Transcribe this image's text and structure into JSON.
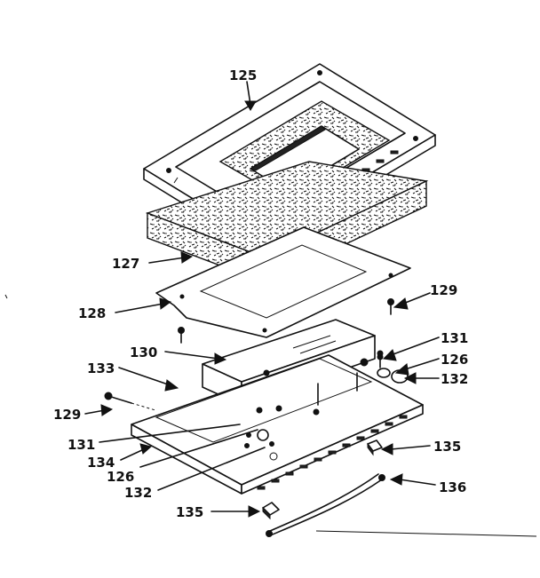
{
  "diagram": {
    "labels": [
      {
        "id": "125",
        "text": "125"
      },
      {
        "id": "127",
        "text": "127"
      },
      {
        "id": "128",
        "text": "128"
      },
      {
        "id": "129a",
        "text": "129"
      },
      {
        "id": "130",
        "text": "130"
      },
      {
        "id": "131a",
        "text": "131"
      },
      {
        "id": "126a",
        "text": "126"
      },
      {
        "id": "132a",
        "text": "132"
      },
      {
        "id": "133",
        "text": "133"
      },
      {
        "id": "129b",
        "text": "129"
      },
      {
        "id": "131b",
        "text": "131"
      },
      {
        "id": "134",
        "text": "134"
      },
      {
        "id": "126b",
        "text": "126"
      },
      {
        "id": "132b",
        "text": "132"
      },
      {
        "id": "135a",
        "text": "135"
      },
      {
        "id": "136",
        "text": "136"
      },
      {
        "id": "135b",
        "text": "135"
      }
    ]
  }
}
